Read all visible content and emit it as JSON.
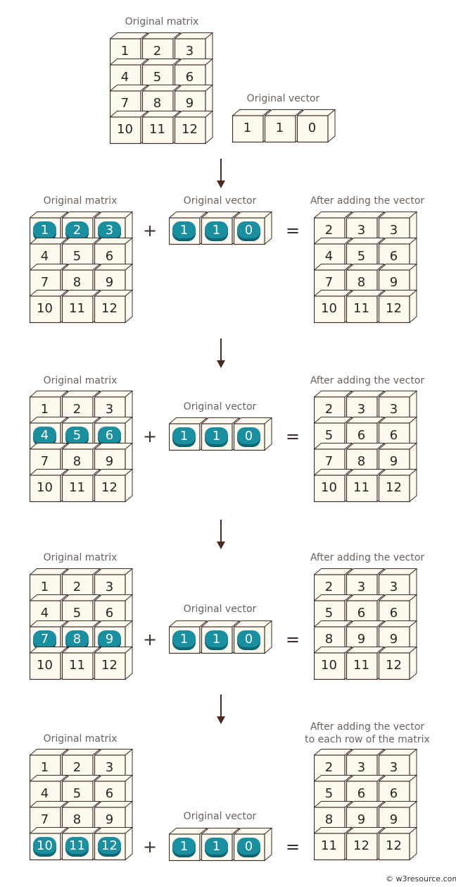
{
  "labels": {
    "original_matrix": "Original matrix",
    "original_vector": "Original vector",
    "after_adding": "After adding the vector",
    "after_adding_line1": "After adding the vector",
    "after_adding_line2": "to each row of the matrix"
  },
  "operators": {
    "plus": "+",
    "equals": "="
  },
  "matrix": [
    [
      "1",
      "2",
      "3"
    ],
    [
      "4",
      "5",
      "6"
    ],
    [
      "7",
      "8",
      "9"
    ],
    [
      "10",
      "11",
      "12"
    ]
  ],
  "vector": [
    "1",
    "1",
    "0"
  ],
  "results": {
    "step1": [
      [
        "2",
        "3",
        "3"
      ],
      [
        "4",
        "5",
        "6"
      ],
      [
        "7",
        "8",
        "9"
      ],
      [
        "10",
        "11",
        "12"
      ]
    ],
    "step2": [
      [
        "2",
        "3",
        "3"
      ],
      [
        "5",
        "6",
        "6"
      ],
      [
        "7",
        "8",
        "9"
      ],
      [
        "10",
        "11",
        "12"
      ]
    ],
    "step3": [
      [
        "2",
        "3",
        "3"
      ],
      [
        "5",
        "6",
        "6"
      ],
      [
        "8",
        "9",
        "9"
      ],
      [
        "10",
        "11",
        "12"
      ]
    ],
    "step4": [
      [
        "2",
        "3",
        "3"
      ],
      [
        "5",
        "6",
        "6"
      ],
      [
        "8",
        "9",
        "9"
      ],
      [
        "11",
        "12",
        "12"
      ]
    ]
  },
  "highlight_rows": [
    0,
    1,
    2,
    3
  ],
  "colors": {
    "cube_face": "#fffaf0",
    "cube_edge": "#3a2f2a",
    "highlight": "#1a8fa0",
    "arrow": "#4a2a20"
  },
  "credit": "© w3resource.com"
}
